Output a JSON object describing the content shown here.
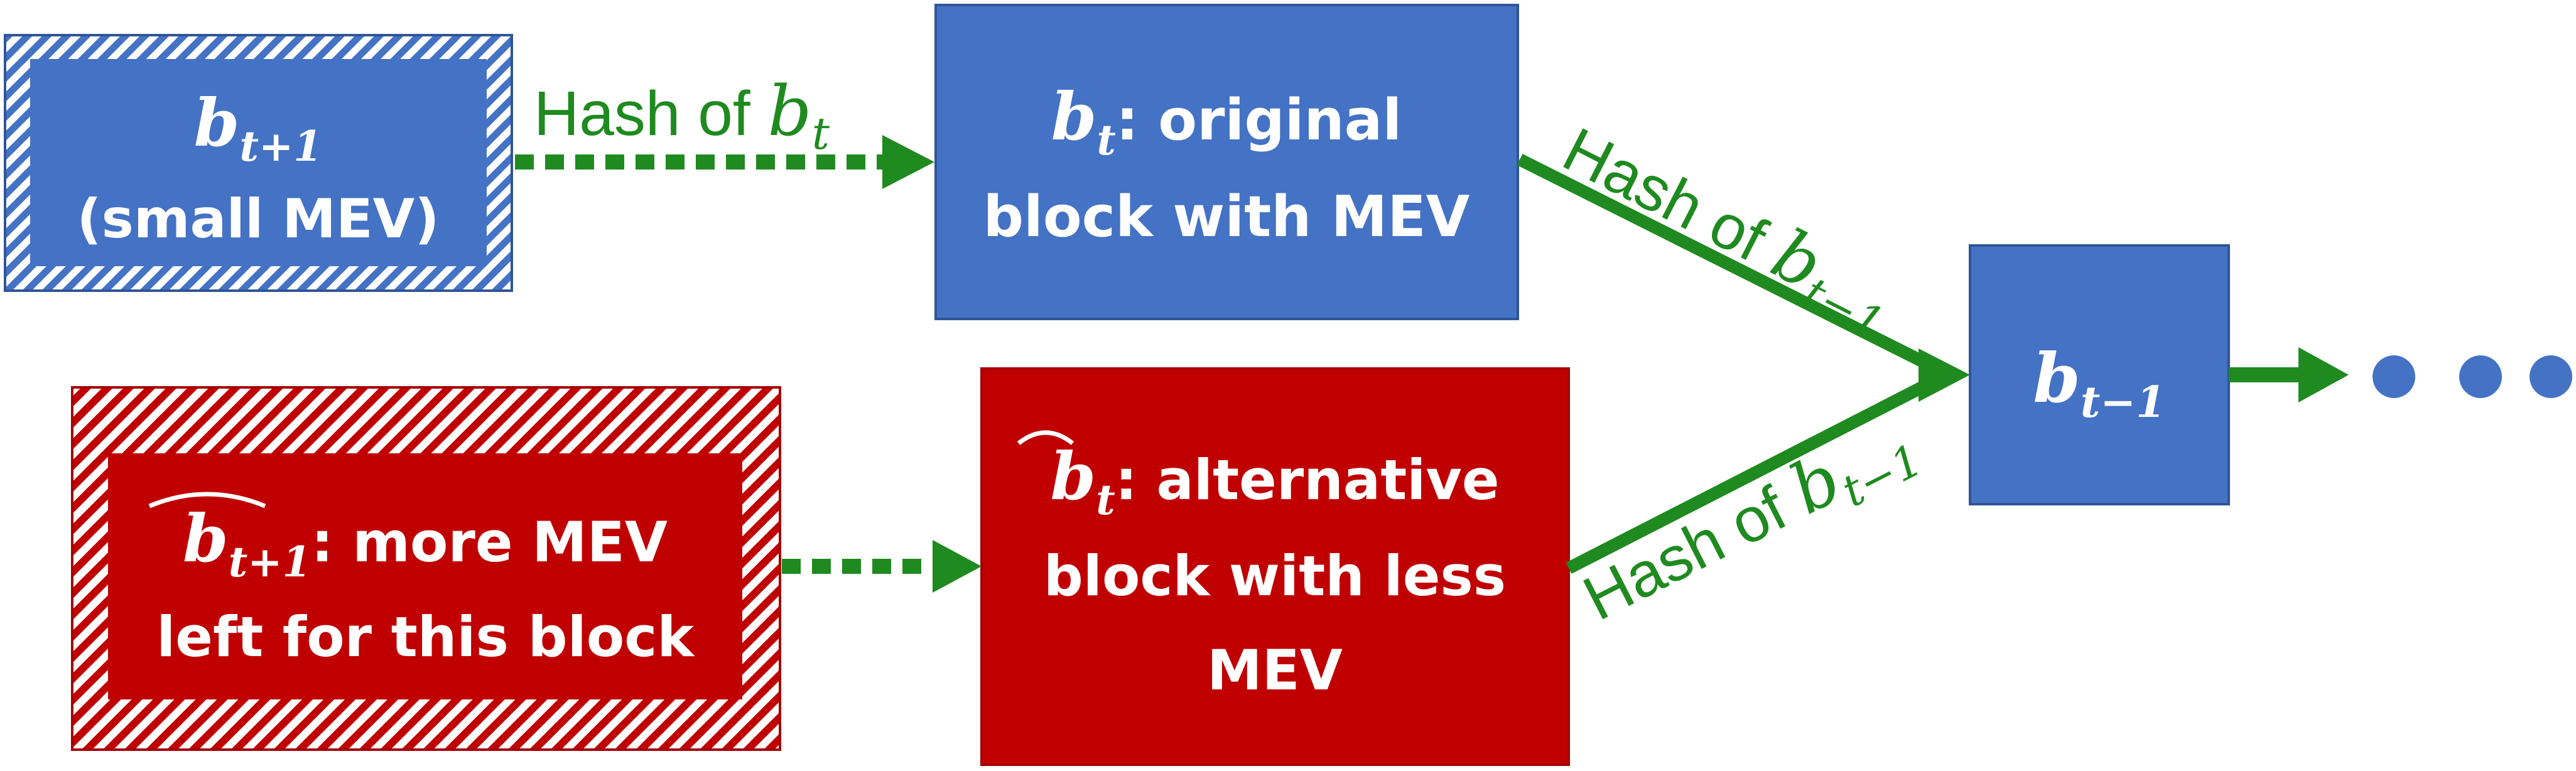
{
  "colors": {
    "blue": "#4472c4",
    "blue_border": "#2f5597",
    "red": "#c00000",
    "red_border": "#a50000",
    "green": "#1f8a1f",
    "white": "#ffffff"
  },
  "blocks": {
    "b_t_plus_1": {
      "var": "b",
      "sub": "t+1",
      "line2": "(small MEV)"
    },
    "b_t": {
      "var": "b",
      "sub": "t",
      "line1_suffix": ": original",
      "line2": "block with MEV"
    },
    "b_t_minus_1": {
      "var": "b",
      "sub": "t−1"
    },
    "b_t_plus_1_hat": {
      "var": "b",
      "sub": "t+1",
      "line1_suffix": ": more MEV",
      "line2": "left for this block"
    },
    "b_t_hat": {
      "var": "b",
      "sub": "t",
      "line1_suffix": ": alternative",
      "line2": "block with less",
      "line3": "MEV"
    }
  },
  "edges": {
    "top_dotted": {
      "prefix": "Hash of ",
      "var": "b",
      "sub": "t"
    },
    "upper_diag": {
      "prefix": "Hash of ",
      "var": "b",
      "sub": "t−1"
    },
    "lower_diag": {
      "prefix": "Hash of ",
      "var": "b",
      "sub": "t−1"
    }
  },
  "continuation": {
    "icon": "ellipsis-dots-icon"
  }
}
